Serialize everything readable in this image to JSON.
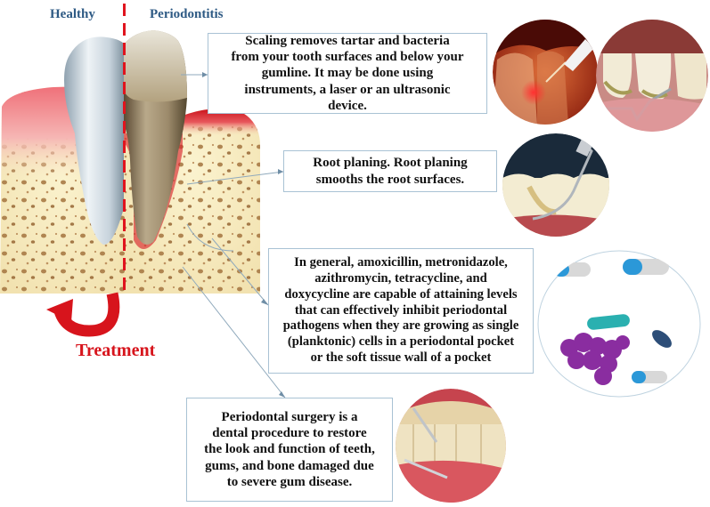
{
  "header": {
    "healthy_label": "Healthy",
    "periodontitis_label": "Periodontitis"
  },
  "treatment_label": "Treatment",
  "callouts": [
    {
      "id": "scaling",
      "lines": [
        "Scaling removes tartar and bacteria",
        "from your tooth surfaces and below your",
        "gumline. It may be done using",
        "instruments, a laser or an ultrasonic",
        "device."
      ]
    },
    {
      "id": "root-planing",
      "lines": [
        "Root planing. Root planing",
        "smooths the root surfaces."
      ]
    },
    {
      "id": "antibiotics",
      "lines": [
        "In general, amoxicillin, metronidazole,",
        "azithromycin, tetracycline, and",
        "doxycycline are capable of attaining levels",
        "that can effectively inhibit periodontal",
        "pathogens when they are growing as single",
        "(planktonic) cells in a periodontal pocket",
        "or the soft tissue wall of a pocket"
      ]
    },
    {
      "id": "surgery",
      "lines": [
        "Periodontal surgery is a",
        "dental procedure to restore",
        "the look and function of teeth,",
        "gums, and bone damaged due",
        "to severe gum disease."
      ]
    }
  ],
  "images": [
    {
      "name": "laser-scaling-photo",
      "depicts": "laser tip on gum line"
    },
    {
      "name": "instrument-scaling-photo",
      "depicts": "scaling instrument removing tartar"
    },
    {
      "name": "root-planing-photo",
      "depicts": "ultrasonic scaler on root surface"
    },
    {
      "name": "antibiotics-photo",
      "depicts": "capsules and bacteria"
    },
    {
      "name": "periodontal-surgery-photo",
      "depicts": "surgical instruments on lower teeth"
    }
  ],
  "colors": {
    "heading": "#2e5a84",
    "accent_red": "#d7141c",
    "box_border": "#a9c2d4",
    "connector": "#8fa9bc"
  }
}
